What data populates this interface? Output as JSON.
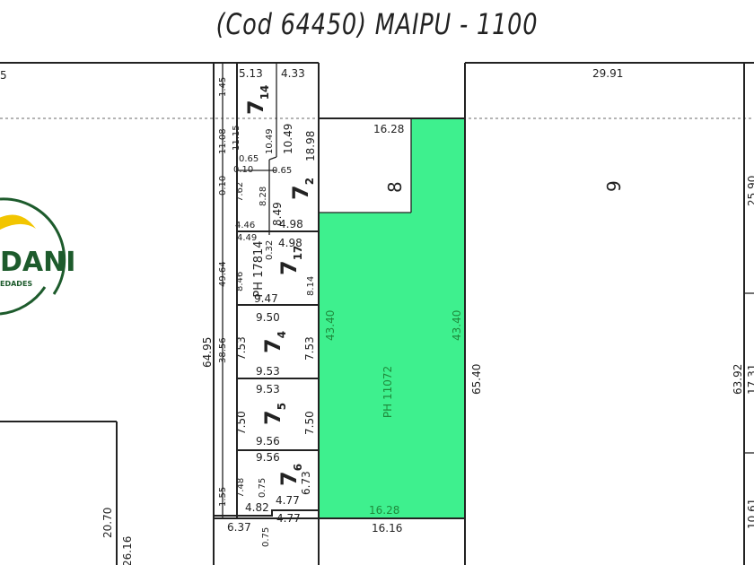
{
  "title": "(Cod  64450)  MAIPU - 1100",
  "colors": {
    "highlight": "#3ef08e",
    "logo_green": "#1d5b2c",
    "logo_yellow": "#f2c500"
  },
  "logo": {
    "text": "DANI",
    "subtitle": "EDADES"
  },
  "lots": {
    "l714": {
      "label": "7",
      "sub": "14"
    },
    "l72": {
      "label": "7",
      "sub": "2"
    },
    "l717": {
      "label": "7",
      "sub": "17"
    },
    "l74": {
      "label": "7",
      "sub": "4"
    },
    "l75": {
      "label": "7",
      "sub": "5"
    },
    "l76": {
      "label": "7",
      "sub": "6"
    },
    "l8": "8",
    "l9": "9",
    "ph_green": "PH 11072",
    "ph_717": "PH 17814"
  },
  "measures": {
    "m0": "5",
    "m1": "5.13",
    "m2": "4.33",
    "m3": "1.45",
    "m4": "11.08",
    "m5": "0.10",
    "m6": "11.15",
    "m7": "10.49",
    "m8": "10.49",
    "m9": "18.98",
    "m10": "0.65",
    "m11": "0.10",
    "m12": "0.65",
    "m13": "7.62",
    "m14": "8.28",
    "m15": "8.49",
    "m16": "4.46",
    "m17": "4.98",
    "m18": "4.49",
    "m19": "0.32",
    "m20": "4.98",
    "m21": "8.46",
    "m22": "8.14",
    "m23": "9.47",
    "m24": "49.64",
    "m25": "9.50",
    "m26": "7.53",
    "m27": "7.53",
    "m28": "9.53",
    "m29": "38.56",
    "m30": "64.95",
    "m31": "9.53",
    "m32": "7.50",
    "m33": "7.50",
    "m34": "9.56",
    "m35": "9.56",
    "m36": "7.48",
    "m37": "0.75",
    "m38": "6.73",
    "m39": "4.77",
    "m40": "4.82",
    "m41": "1.55",
    "m42": "6.37",
    "m43": "0.75",
    "m44": "4.77",
    "m45": "16.28",
    "m46": "43.40",
    "m47": "43.40",
    "m48": "16.28",
    "m49": "16.16",
    "m50": "65.40",
    "m51": "29.91",
    "m52": "63.92",
    "m53": "25.90",
    "m54": "17.31",
    "m55": "10.61",
    "m56": "20.70",
    "m57": "26.16"
  }
}
